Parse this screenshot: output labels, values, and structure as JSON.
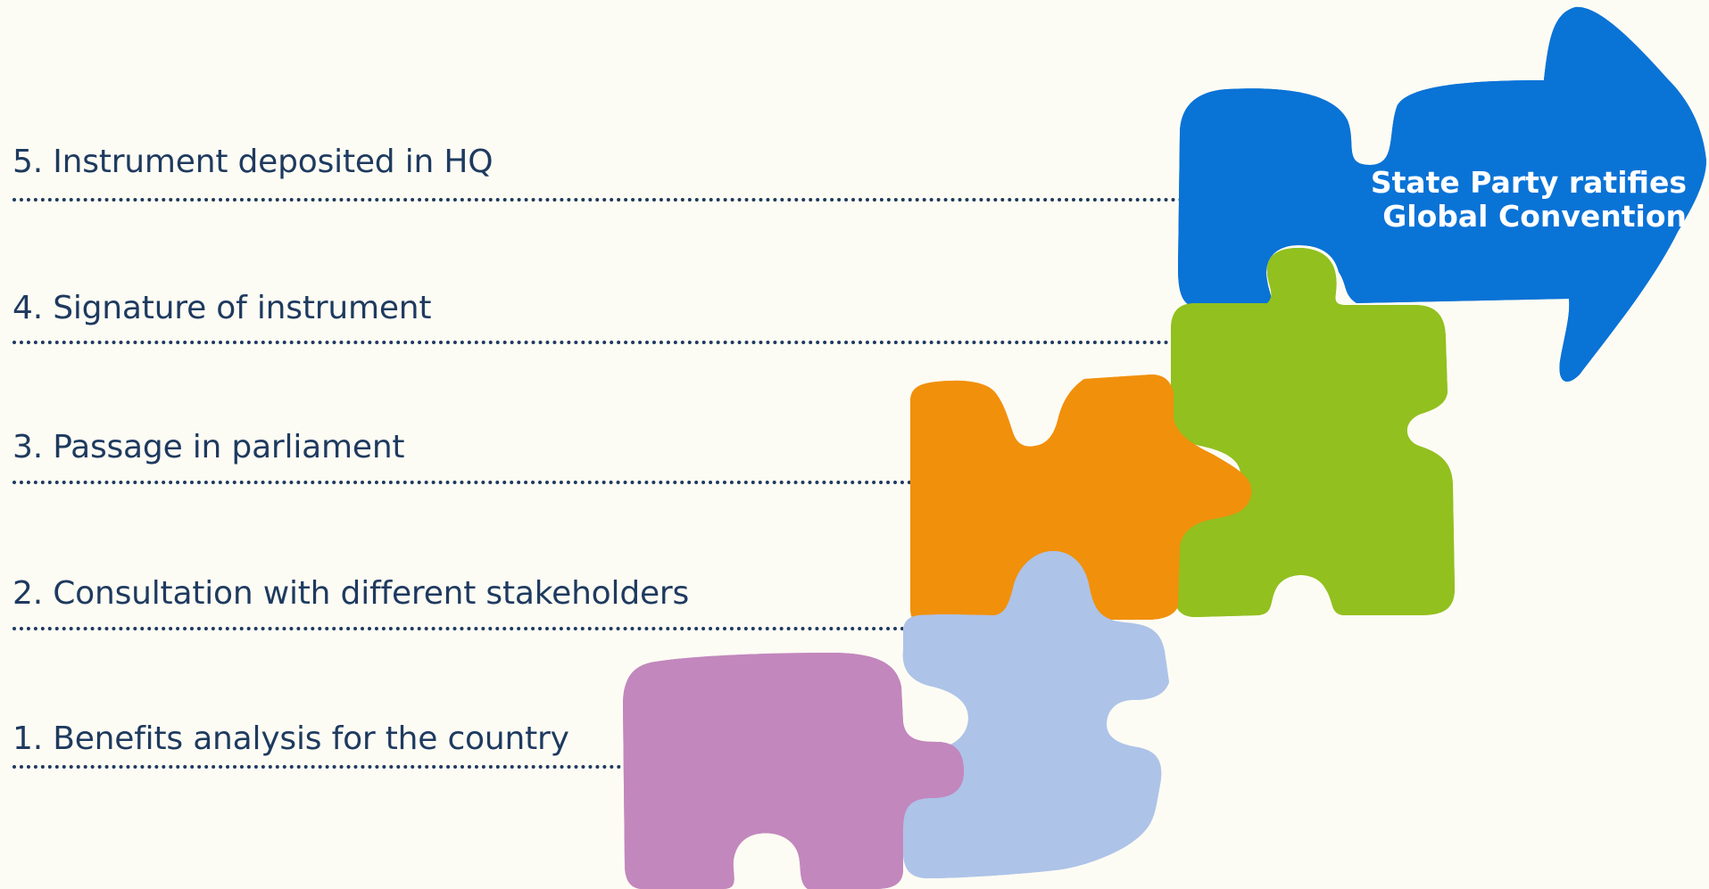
{
  "steps": [
    {
      "label": "1. Benefits analysis for the country",
      "color": "#c287bd"
    },
    {
      "label": "2. Consultation with different stakeholders",
      "color": "#adc3e8"
    },
    {
      "label": "3. Passage in parliament",
      "color": "#f1900b"
    },
    {
      "label": "4. Signature of instrument",
      "color": "#92c01f"
    },
    {
      "label": "5. Instrument deposited in HQ",
      "color": "#0a73d6"
    }
  ],
  "final": {
    "line1": "State Party ratifies",
    "line2": "Global Convention"
  }
}
